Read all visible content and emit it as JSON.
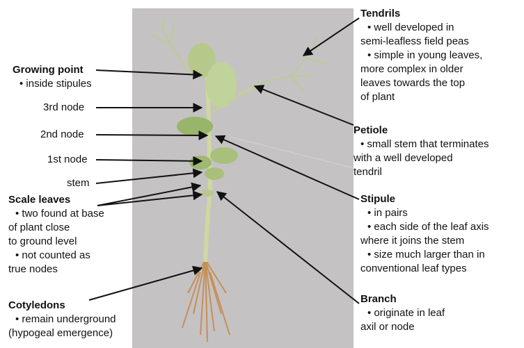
{
  "labels": {
    "growing_point": {
      "heading": "Growing point",
      "lines": [
        "• inside stipules"
      ]
    },
    "node3": {
      "text": "3rd node"
    },
    "node2": {
      "text": "2nd node"
    },
    "node1": {
      "text": "1st node"
    },
    "stem": {
      "text": "stem"
    },
    "scale_leaves": {
      "heading": "Scale leaves",
      "lines": [
        "• two found at base",
        "of plant close",
        "to ground level",
        "• not counted as",
        "true nodes"
      ]
    },
    "cotyledons": {
      "heading": "Cotyledons",
      "lines": [
        "• remain underground",
        "(hypogeal emergence)"
      ]
    },
    "tendrils": {
      "heading": "Tendrils",
      "lines": [
        "• well developed in",
        "semi-leafless field peas",
        "• simple in young leaves,",
        "more complex in older",
        "leaves towards the top",
        "of plant"
      ]
    },
    "petiole": {
      "heading": "Petiole",
      "lines": [
        "• small stem that terminates",
        "with a well developed",
        "tendril"
      ]
    },
    "stipule": {
      "heading": "Stipule",
      "lines": [
        "• in pairs",
        "• each side of the leaf axis",
        "where it joins the stem",
        "• size much larger than in",
        "conventional leaf types"
      ]
    },
    "branch": {
      "heading": "Branch",
      "lines": [
        "• originate in leaf",
        "axil or node"
      ]
    }
  },
  "colors": {
    "photo_bg": "#c9c6c8",
    "leaf": "#b5c98a",
    "leaf_dark": "#98b56b",
    "stem": "#cfd8a0",
    "root": "#c68f56",
    "arrow": "#111111"
  }
}
